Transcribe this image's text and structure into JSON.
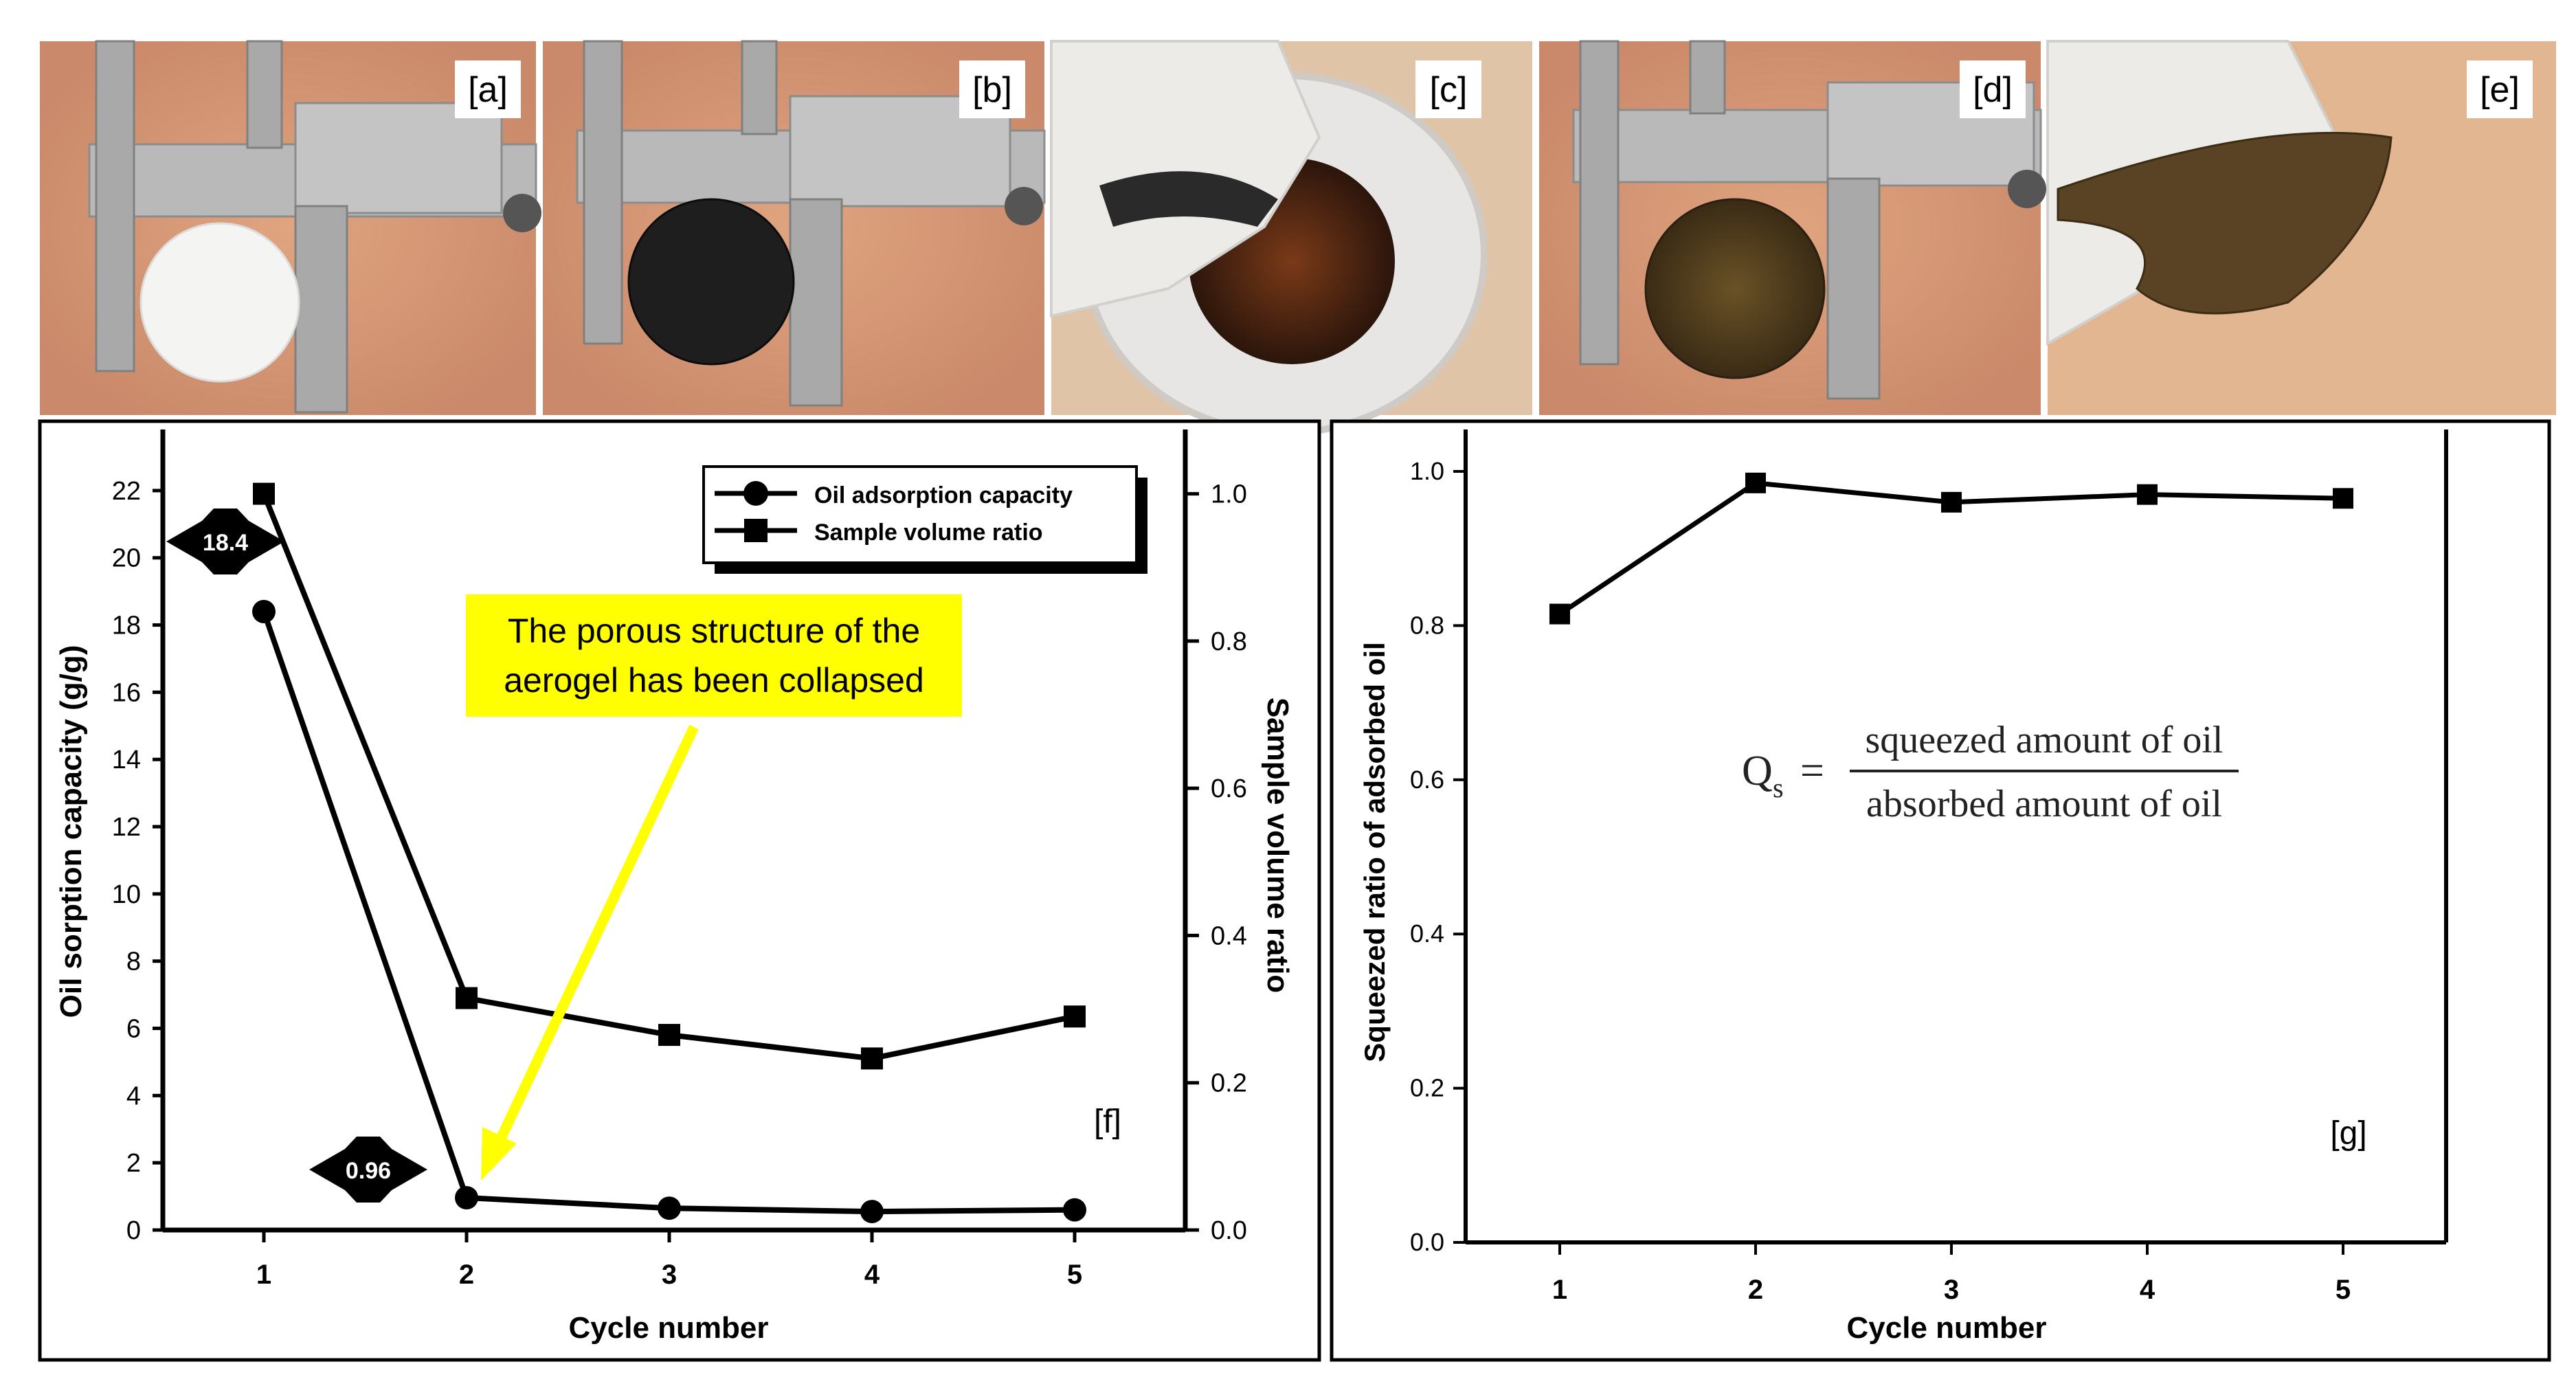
{
  "photos": [
    {
      "label": "[a]"
    },
    {
      "label": "[b]"
    },
    {
      "label": "[c]"
    },
    {
      "label": "[d]"
    },
    {
      "label": "[e]"
    }
  ],
  "chart_data": [
    {
      "type": "line",
      "panel_label": "[f]",
      "title": "",
      "xlabel": "Cycle number",
      "ylabel_left": "Oil sorption capacity (g/g)",
      "ylabel_right": "Sample volume ratio",
      "x": [
        1,
        2,
        3,
        4,
        5
      ],
      "x_ticks": [
        "1",
        "2",
        "3",
        "4",
        "5"
      ],
      "ylim_left": [
        0,
        23
      ],
      "yticks_left": [
        "0",
        "2",
        "4",
        "6",
        "8",
        "10",
        "12",
        "14",
        "16",
        "18",
        "20",
        "22"
      ],
      "ylim_right": [
        0,
        1.05
      ],
      "yticks_right": [
        "0.0",
        "0.2",
        "0.4",
        "0.6",
        "0.8",
        "1.0"
      ],
      "series": [
        {
          "name": "Oil adsorption capacity",
          "axis": "left",
          "marker": "circle",
          "values": [
            18.4,
            0.96,
            0.65,
            0.55,
            0.6
          ]
        },
        {
          "name": "Sample volume ratio",
          "axis": "right",
          "marker": "square",
          "values": [
            1.0,
            0.315,
            0.265,
            0.233,
            0.29
          ]
        }
      ],
      "legend": "top-right",
      "data_labels": [
        {
          "text": "18.4",
          "series": 0,
          "point": 0
        },
        {
          "text": "0.96",
          "series": 0,
          "point": 1
        }
      ],
      "annotation": {
        "lines": [
          "The porous structure of the",
          "aerogel has been collapsed"
        ],
        "points_to": {
          "series": 0,
          "point": 1
        },
        "box_color": "#ffff00",
        "arrow_color": "#ffff00"
      }
    },
    {
      "type": "line",
      "panel_label": "[g]",
      "title": "",
      "xlabel": "Cycle number",
      "ylabel": "Squeezed ratio of adsorbed oil",
      "x": [
        1,
        2,
        3,
        4,
        5
      ],
      "x_ticks": [
        "1",
        "2",
        "3",
        "4",
        "5"
      ],
      "ylim": [
        0,
        1.0
      ],
      "yticks": [
        "0.0",
        "0.2",
        "0.4",
        "0.6",
        "0.8",
        "1.0"
      ],
      "series": [
        {
          "marker": "square",
          "values": [
            0.815,
            0.985,
            0.96,
            0.97,
            0.965
          ]
        }
      ],
      "formula": {
        "lhs": "Q",
        "subscript": "s",
        "eq": "=",
        "numerator": "squeezed amount of oil",
        "denominator": "absorbed amount of oil"
      }
    }
  ]
}
